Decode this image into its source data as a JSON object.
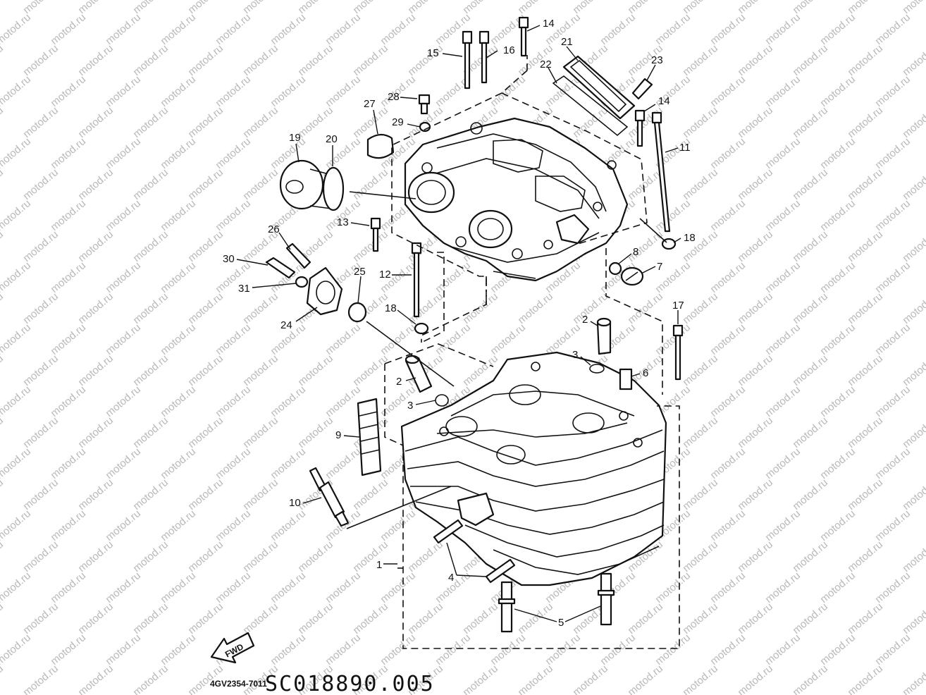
{
  "watermark": {
    "text": "motod.ru"
  },
  "part_numbers": [
    "1",
    "2",
    "2",
    "3",
    "3",
    "4",
    "5",
    "6",
    "7",
    "8",
    "9",
    "10",
    "11",
    "12",
    "13",
    "14",
    "14",
    "15",
    "16",
    "17",
    "18",
    "18",
    "19",
    "20",
    "21",
    "22",
    "23",
    "24",
    "25",
    "26",
    "27",
    "28",
    "29",
    "30",
    "31"
  ],
  "fwd_label": "FWD",
  "diagram_code": "4GV2354-7011",
  "diagram_code_overlay": "SC018890.005",
  "colors": {
    "line": "#111111",
    "background": "#ffffff",
    "watermark": "#b9b9b9"
  }
}
